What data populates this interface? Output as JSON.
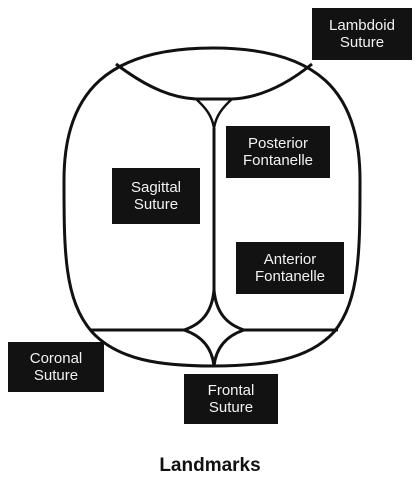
{
  "diagram": {
    "labels": {
      "lambdoid": [
        "Lambdoid",
        "Suture"
      ],
      "posterior": [
        "Posterior",
        "Fontanelle"
      ],
      "sagittal": [
        "Sagittal",
        "Suture"
      ],
      "anterior": [
        "Anterior",
        "Fontanelle"
      ],
      "coronal": [
        "Coronal",
        "Suture"
      ],
      "frontal": [
        "Frontal",
        "Suture"
      ]
    },
    "caption": "Landmarks"
  },
  "colors": {
    "stroke": "#111111",
    "label_background": "#121212",
    "label_text": "#f2f2f2"
  }
}
